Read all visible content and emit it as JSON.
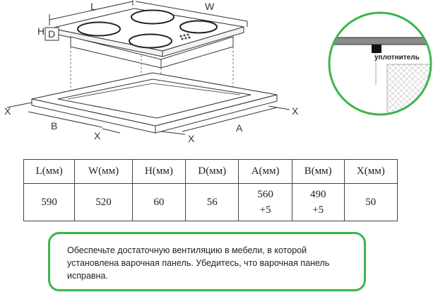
{
  "diagram": {
    "hob_labels": {
      "length": "L",
      "width": "W",
      "height": "H",
      "depth": "D"
    },
    "cutout_labels": {
      "depth": "B",
      "width": "A",
      "clearance": "X"
    },
    "seal_label": "уплотнитель"
  },
  "table": {
    "headers": [
      "L(мм)",
      "W(мм)",
      "H(мм)",
      "D(мм)",
      "A(мм)",
      "B(мм)",
      "X(мм)"
    ],
    "values": [
      {
        "main": "590",
        "tol": ""
      },
      {
        "main": "520",
        "tol": ""
      },
      {
        "main": "60",
        "tol": ""
      },
      {
        "main": "56",
        "tol": ""
      },
      {
        "main": "560",
        "tol": "+5"
      },
      {
        "main": "490",
        "tol": "+5"
      },
      {
        "main": "50",
        "tol": ""
      }
    ]
  },
  "note": {
    "text": "Обеспечьте достаточную вентиляцию в мебели, в которой установлена варочная панель. Убедитесь, что варочная панель исправна."
  },
  "colors": {
    "accent_green": "#3cb54a",
    "line": "#333333"
  }
}
